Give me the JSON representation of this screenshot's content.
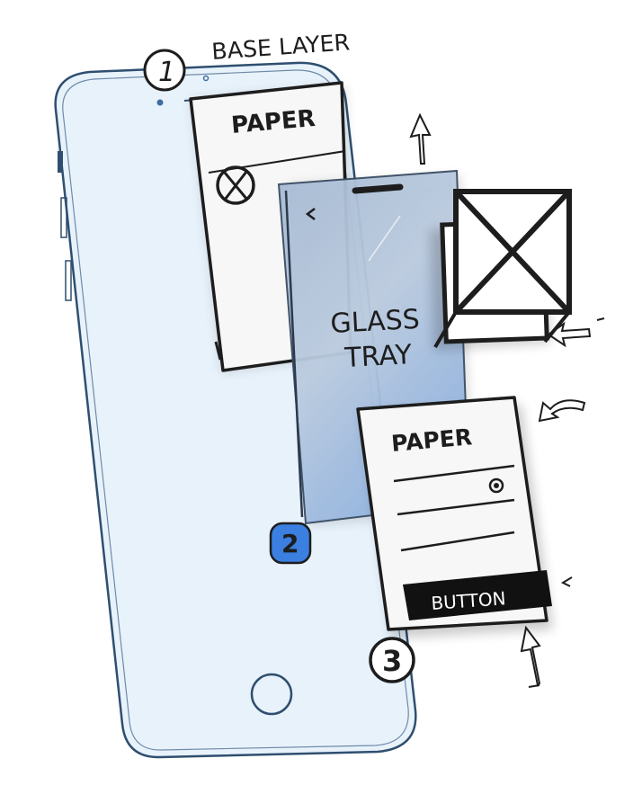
{
  "labels": {
    "base_layer": "BASE LAYER",
    "paper_top": "PAPER",
    "glass_line1": "GLASS",
    "glass_line2": "TRAY",
    "paper_bottom": "PAPER",
    "button": "BUTTON"
  },
  "markers": {
    "one": "1",
    "two": "2",
    "three": "3"
  },
  "colors": {
    "phone_fill": "#e8f2fb",
    "phone_stroke": "#2f4f6f",
    "glass_blue": "#9fb8d8",
    "marker_two": "#3b7fe0",
    "ink": "#1d1d1d",
    "button_bg": "#111111",
    "button_text": "#ffffff"
  }
}
